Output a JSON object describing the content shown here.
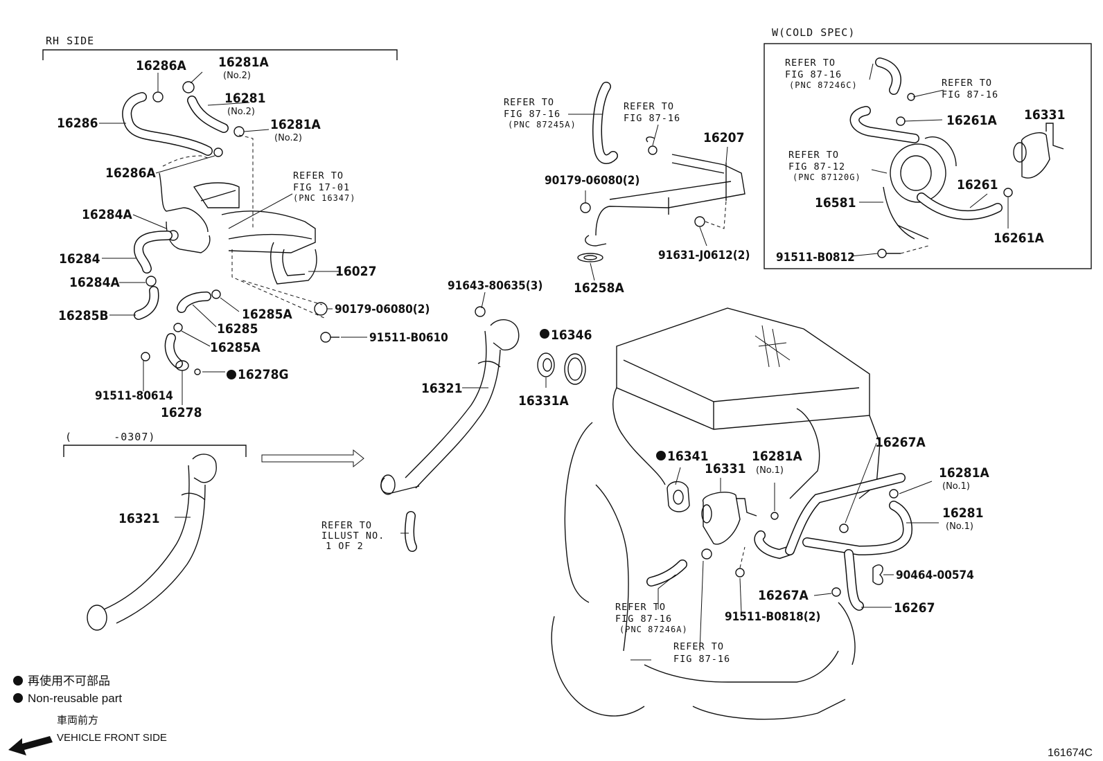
{
  "headers": {
    "rh_side": "RH SIDE",
    "cold_spec": "W(COLD SPEC)",
    "date_range": "(      -0307)"
  },
  "parts": {
    "p16286A_top": "16286A",
    "p16281A_top": "16281A",
    "p16281A_top_sub": "(No.2)",
    "p16281_top": "16281",
    "p16281_top_sub": "(No.2)",
    "p16281A_mid": "16281A",
    "p16281A_mid_sub": "(No.2)",
    "p16286": "16286",
    "p16286A_mid": "16286A",
    "p16284A_top": "16284A",
    "p16284": "16284",
    "p16284A_bot": "16284A",
    "p16285B": "16285B",
    "p16285A_a": "16285A",
    "p16285": "16285",
    "p16285A_b": "16285A",
    "p91511_80614": "91511-80614",
    "p16278G": "16278G",
    "p16278": "16278",
    "p16027": "16027",
    "p90179_06080_left": "90179-06080(2)",
    "p91511_B0610": "91511-B0610",
    "p91643_80635": "91643-80635(3)",
    "p16346": "16346",
    "p16331A": "16331A",
    "p16321_right": "16321",
    "p16321_left": "16321",
    "p16207": "16207",
    "p90179_06080_top": "90179-06080(2)",
    "p91631_J0612": "91631-J0612(2)",
    "p16258A": "16258A",
    "p16261A_top": "16261A",
    "p16331_cold": "16331",
    "p16261": "16261",
    "p16581": "16581",
    "p16261A_bot": "16261A",
    "p91511_B0812": "91511-B0812",
    "p16341": "16341",
    "p16331_eng": "16331",
    "p16281A_eng": "16281A",
    "p16281A_eng_sub": "(No.1)",
    "p16267A_top": "16267A",
    "p16281A_right": "16281A",
    "p16281A_right_sub": "(No.1)",
    "p16281_right": "16281",
    "p16281_right_sub": "(No.1)",
    "p90464_00574": "90464-00574",
    "p16267A_bot": "16267A",
    "p16267": "16267",
    "p91511_B0818": "91511-B0818(2)"
  },
  "references": {
    "ref_17_01": [
      "REFER TO",
      "FIG 17-01",
      "(PNC 16347)"
    ],
    "ref_87245A": [
      "REFER TO",
      "FIG 87-16",
      "(PNC 87245A)"
    ],
    "ref_87_16_top": [
      "REFER TO",
      "FIG 87-16"
    ],
    "ref_87246C": [
      "REFER TO",
      "FIG 87-16",
      "(PNC 87246C)"
    ],
    "ref_87_16_cold": [
      "REFER TO",
      "FIG 87-16"
    ],
    "ref_87120G": [
      "REFER TO",
      "FIG 87-12",
      "(PNC 87120G)"
    ],
    "ref_illust": [
      "REFER TO",
      "ILLUST NO.",
      "1 OF 2"
    ],
    "ref_87246A": [
      "REFER TO",
      "FIG 87-16",
      "(PNC 87246A)"
    ],
    "ref_87_16_bottom": [
      "REFER TO",
      "FIG 87-16"
    ]
  },
  "legend": {
    "jp_nonreusable": "再使用不可部品",
    "en_nonreusable": "Non-reusable part",
    "jp_front": "車両前方",
    "en_front": "VEHICLE FRONT SIDE"
  },
  "figure_id": "161674C"
}
